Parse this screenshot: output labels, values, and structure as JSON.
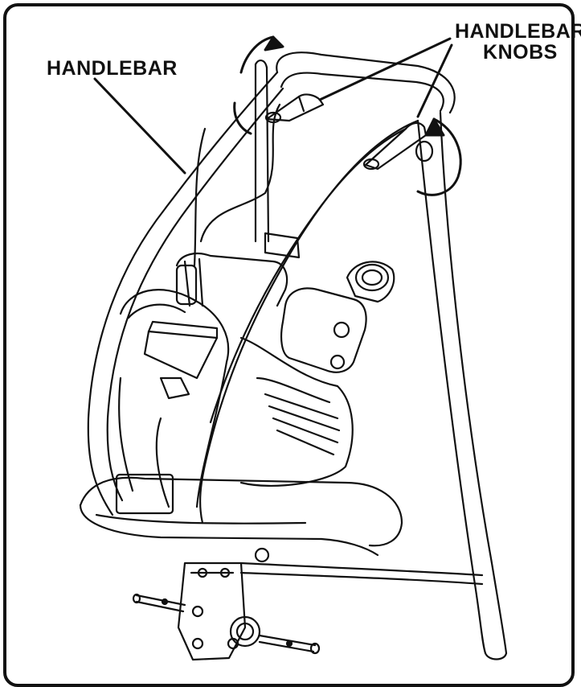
{
  "callouts": {
    "handlebar": "HANDLEBAR",
    "knobs_line1": "HANDLEBAR",
    "knobs_line2": "KNOBS"
  },
  "colors": {
    "line": "#111111",
    "background": "#ffffff"
  }
}
